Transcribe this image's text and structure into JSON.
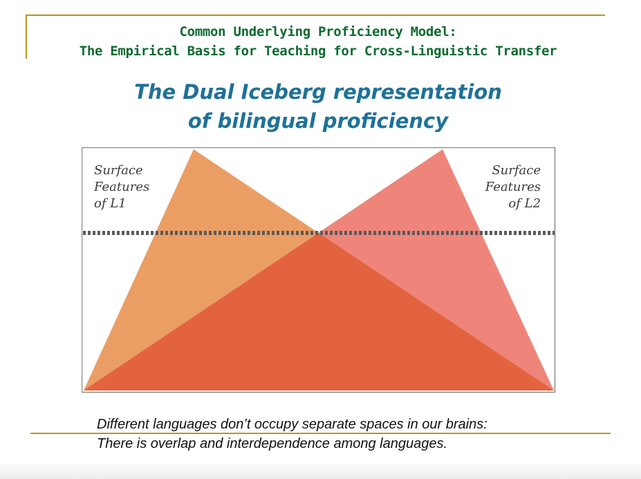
{
  "header": {
    "line1": "Common Underlying Proficiency Model:",
    "line2": "The Empirical Basis for Teaching for Cross-Linguistic Transfer"
  },
  "diagram": {
    "title_line1": "The Dual Iceberg representation",
    "title_line2": "of bilingual proficiency",
    "label_l1": "Surface\nFeatures\nof L1",
    "label_l2": "Surface\nFeatures\nof L2",
    "colors": {
      "l1_triangle": "#eb9e63",
      "l2_triangle": "#ef857a",
      "overlap": "#e4633f",
      "waterline": "#5a5a5a",
      "frame": "#8a8a8a"
    }
  },
  "caption": {
    "line1": "Different languages don’t occupy separate spaces in our brains:",
    "line2": "There is overlap and interdependence among languages."
  }
}
